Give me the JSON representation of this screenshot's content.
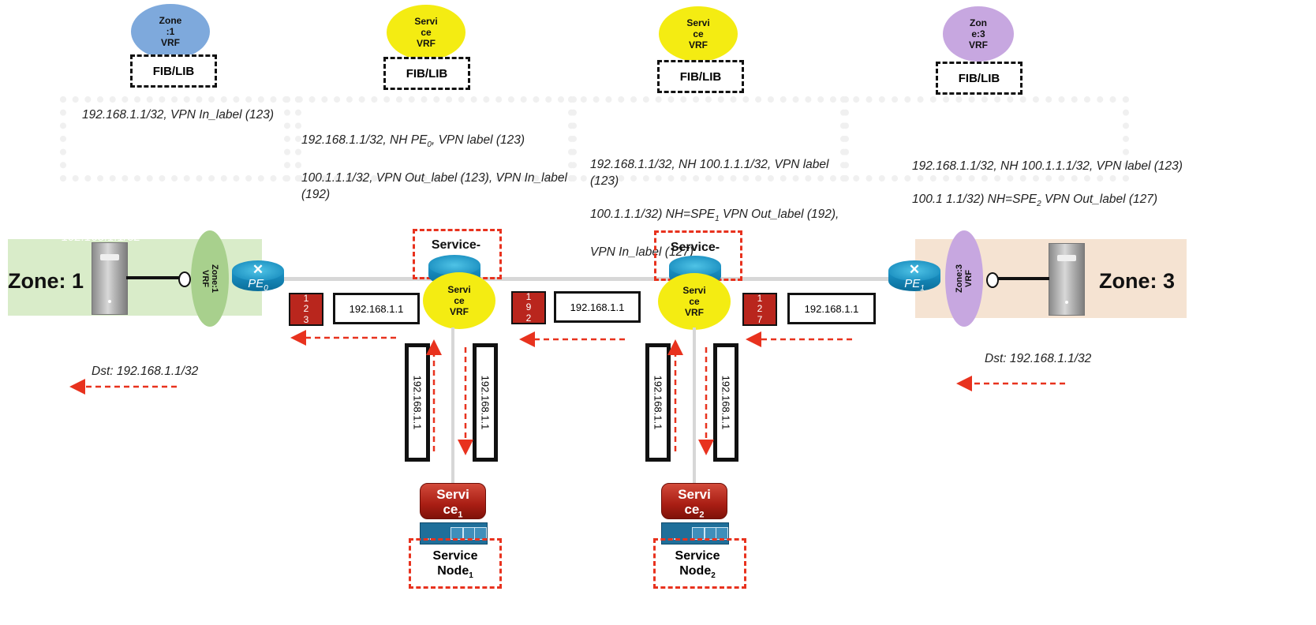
{
  "vrfs": {
    "zone1": "Zone\n:1\nVRF",
    "service1": "Servi\nce\nVRF",
    "service2": "Servi\nce\nVRF",
    "zone3": "Zon\ne:3\nVRF"
  },
  "fib_label": "FIB/LIB",
  "routes": {
    "pe0": "192.168.1.1/32, VPN In_label (123)",
    "spe1_line1_pre": "192.168.1.1/32, NH PE",
    "spe1_line1_sub": "0",
    "spe1_line1_post": ", VPN label (123)",
    "spe1_rest": "100.1.1.1/32, VPN Out_label (123), VPN In_label\n(192)",
    "spe2": "192.168.1.1/32, NH 100.1.1.1/32, VPN label\n(123)",
    "spe2_line3_pre": "100.1.1.1/32) NH=SPE",
    "spe2_line3_sub": "1",
    "spe2_line3_post": " VPN Out_label (192),",
    "spe2_line4": "VPN In_label (127)",
    "pe1_line1": "192.168.1.1/32, NH 100.1.1.1/32, VPN label (123)",
    "pe1_line2_pre": "100.1 1.1/32) NH=SPE",
    "pe1_line2_sub": "2",
    "pe1_line2_post": " VPN Out_label (127)"
  },
  "zones": {
    "zone1_title": "Zone: 1",
    "zone3_title": "Zone: 3",
    "zone1_faint_prefix": "192.168.1.1/32",
    "zone1_vrf": "Zone:1\nVRF",
    "zone3_vrf": "Zone:3\nVRF"
  },
  "routers": {
    "pe0": "PE",
    "pe0_sub": "0",
    "pe1": "PE",
    "pe1_sub": "1"
  },
  "service_pe": {
    "title": "Service-\nPE"
  },
  "service_vrf_small": "Servi\nce\nVRF",
  "labels": {
    "ip": "192.168.1.1",
    "mpls1": [
      "1",
      "2",
      "3"
    ],
    "mpls2": [
      "1",
      "9",
      "2"
    ],
    "mpls3": [
      "1",
      "2",
      "7"
    ]
  },
  "services": {
    "s1_name": "Servi\nce",
    "s1_sub": "1",
    "s2_name": "Servi\nce",
    "s2_sub": "2",
    "node1": "Service\nNode",
    "node1_sub": "1",
    "node2": "Service\nNode",
    "node2_sub": "2"
  },
  "dst": {
    "left": "Dst: 192.168.1.1/32",
    "right": "Dst: 192.168.1.1/32"
  },
  "colors": {
    "zone1_vrf": "#7ea9dc",
    "service_vrf": "#f4ec12",
    "zone3_vrf": "#c7a7e0",
    "zone1_band": "#d9ecc9",
    "zone1_vrf_leaf": "#a8d08d",
    "zone3_band": "#f5e3d2",
    "red_arrow": "#e8321e"
  }
}
